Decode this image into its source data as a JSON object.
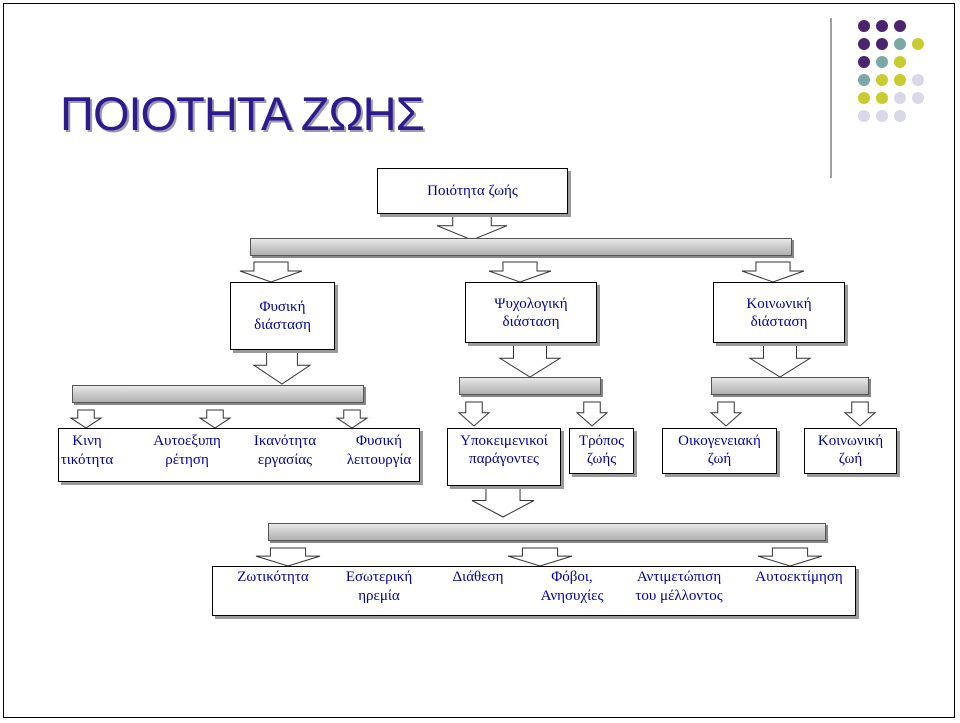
{
  "title": "ΠΟΙΟΤΗΤΑ ΖΩΗΣ",
  "decor_colors": {
    "purple": "#4b2470",
    "teal": "#7ca7a6",
    "lime": "#c9cc2e",
    "lavender": "#d8d8e8"
  },
  "root": {
    "label": "Ποιότητα ζωής"
  },
  "dimensions": [
    {
      "line1": "Φυσική",
      "line2": "διάσταση"
    },
    {
      "line1": "Ψυχολογική",
      "line2": "διάσταση"
    },
    {
      "line1": "Κοινωνική",
      "line2": "διάσταση"
    }
  ],
  "physical_items": [
    {
      "line1": "Κινη",
      "line2": "τικότητα"
    },
    {
      "line1": "Αυτοεξυπη",
      "line2": "ρέτηση"
    },
    {
      "line1": "Ικανότητα",
      "line2": "εργασίας"
    },
    {
      "line1": "Φυσική",
      "line2": "λειτουργία"
    }
  ],
  "psychological_items": [
    {
      "line1": "Υποκειμενικοί",
      "line2": "παράγοντες"
    },
    {
      "line1": "Τρόπος",
      "line2": "ζωής"
    }
  ],
  "social_items": [
    {
      "line1": "Οικογενειακή",
      "line2": "ζωή"
    },
    {
      "line1": "Κοινωνική",
      "line2": "ζωή"
    }
  ],
  "subjective_items": [
    {
      "line1": "Ζωτικότητα",
      "line2": ""
    },
    {
      "line1": "Εσωτερική",
      "line2": "ηρεμία"
    },
    {
      "line1": "Διάθεση",
      "line2": ""
    },
    {
      "line1": "Φόβοι,",
      "line2": "Ανησυχίες"
    },
    {
      "line1": "Αντιμετώπιση",
      "line2": "του μέλλοντος"
    },
    {
      "line1": "Αυτοεκτίμηση",
      "line2": ""
    }
  ]
}
